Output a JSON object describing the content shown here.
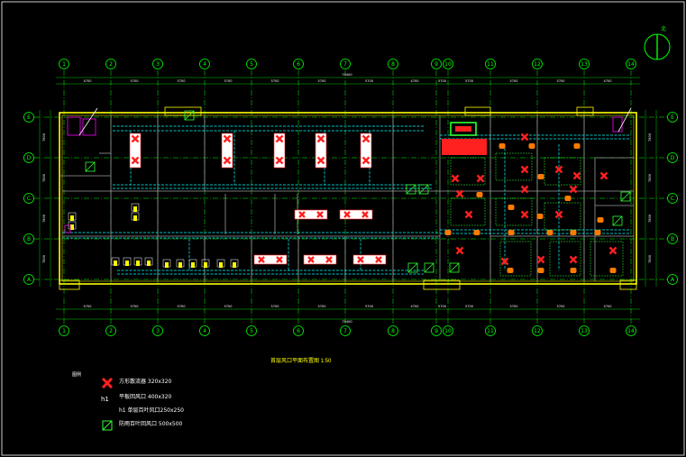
{
  "drawing": {
    "title": "首层风口平面布置图 1:50",
    "north_symbol": "北"
  },
  "grid": {
    "columns": [
      "1",
      "2",
      "3",
      "4",
      "5",
      "6",
      "7",
      "8",
      "9",
      "10",
      "11",
      "12",
      "13",
      "14"
    ],
    "rows": [
      "E",
      "D",
      "C",
      "B",
      "A"
    ],
    "bay_dims": [
      "4700",
      "5700",
      "5700",
      "5700",
      "5700",
      "5700",
      "5700",
      "4700",
      "5700",
      "5700",
      "5700",
      "5700",
      "4700"
    ],
    "row_dims": [
      "7800",
      "7800",
      "7800",
      "7800"
    ],
    "total_dim": "70400"
  },
  "legend": {
    "heading": "图例",
    "items": [
      {
        "symbol": "square-diffuser-icon",
        "label": "方形散流器 320x320",
        "color": "#ff2020"
      },
      {
        "symbol": "round-exhaust-icon",
        "label": "平板回风口 400x320",
        "color": "#ff7a00"
      },
      {
        "symbol": "return-grille-icon",
        "label": "h1  单层百叶风口250x250",
        "color": "#ffffff"
      },
      {
        "symbol": "louver-icon",
        "label": "防雨百叶回风口 500x500",
        "color": "#33ff33"
      }
    ]
  },
  "colors": {
    "grid": "#00ff00",
    "wall": "#ffff00",
    "duct": "#00ffff",
    "diffuser": "#ff2020",
    "exhaust": "#ff7a00",
    "annotation": "#ff00ff",
    "text": "#ffffff"
  }
}
